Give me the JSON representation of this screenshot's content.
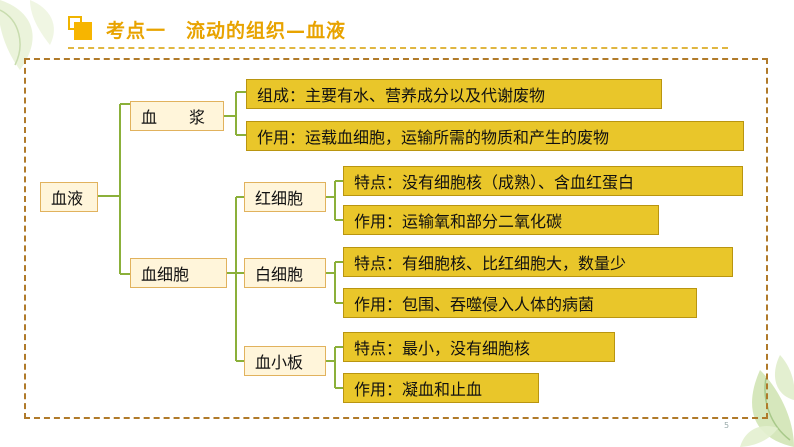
{
  "header": {
    "title": "考点一　流动的组织—血液"
  },
  "footer": {
    "page_number": "5"
  },
  "tree": {
    "root": "血液",
    "plasma": {
      "label": "血　　浆",
      "composition": "组成：主要有水、营养成分以及代谢废物",
      "function": "作用：运载血细胞，运输所需的物质和产生的废物"
    },
    "blood_cells": {
      "label": "血细胞",
      "red_cell": {
        "label": "红细胞",
        "feature": "特点：没有细胞核（成熟）、含血红蛋白",
        "function": "作用：运输氧和部分二氧化碳"
      },
      "white_cell": {
        "label": "白细胞",
        "feature": "特点：有细胞核、比红细胞大，数量少",
        "function": "作用：包围、吞噬侵入人体的病菌"
      },
      "platelet": {
        "label": "血小板",
        "feature": "特点：最小，没有细胞核",
        "function": "作用：凝血和止血"
      }
    }
  },
  "colors": {
    "title": "#e8a300",
    "box_fill": "#e9c62a",
    "box_light": "#fff5da",
    "bracket": "#8bb03a",
    "frame": "#b07a2a"
  }
}
